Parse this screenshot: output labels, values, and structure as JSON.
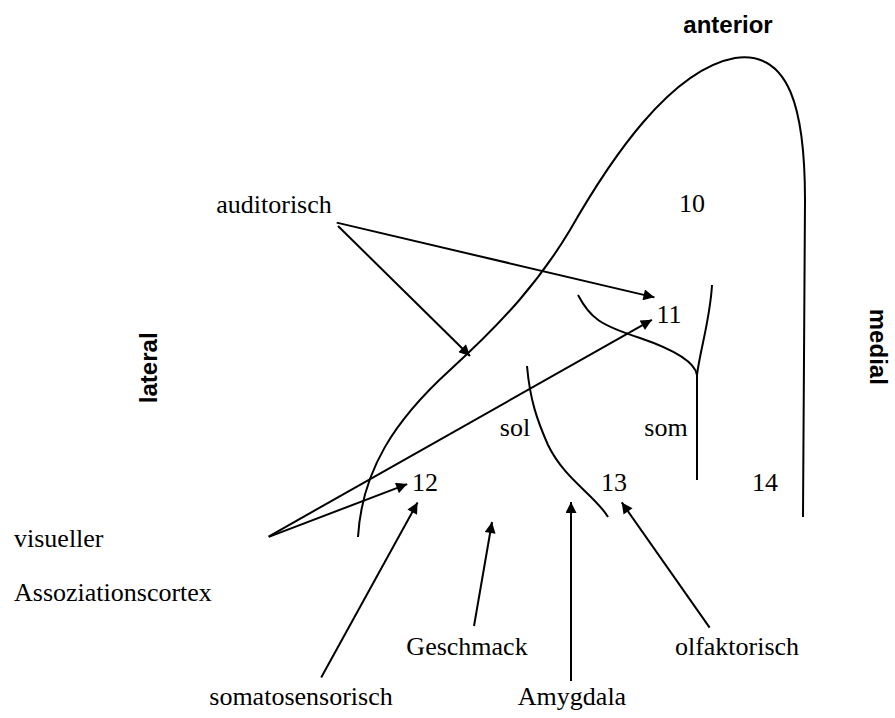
{
  "diagram": {
    "nodes": [
      {
        "text": [
          "auditorisch"
        ]
      },
      {
        "text": [
          "10"
        ]
      },
      {
        "text": [
          "11"
        ]
      },
      {
        "text": [
          "12"
        ]
      },
      {
        "text": [
          "13"
        ]
      },
      {
        "text": [
          "14"
        ]
      },
      {
        "text": [
          "visueller Assoziationscortex"
        ]
      },
      {
        "text": [
          "Geschmack"
        ]
      },
      {
        "text": [
          "olfaktorisch"
        ]
      },
      {
        "text": [
          "somatosensorisch"
        ]
      },
      {
        "text": [
          "Amygdala"
        ]
      }
    ],
    "edges": [
      {
        "from": 0,
        "to": 2,
        "arrow": "to"
      },
      {
        "from": 6,
        "to": 2,
        "arrow": "to"
      },
      {
        "from": 6,
        "to": 3,
        "arrow": "to"
      },
      {
        "from": 9,
        "to": 3,
        "arrow": "to"
      },
      {
        "from": 8,
        "to": 4,
        "arrow": "to"
      }
    ],
    "labels": [
      "anterior",
      "medial",
      "lateral",
      "sol",
      "som"
    ]
  }
}
